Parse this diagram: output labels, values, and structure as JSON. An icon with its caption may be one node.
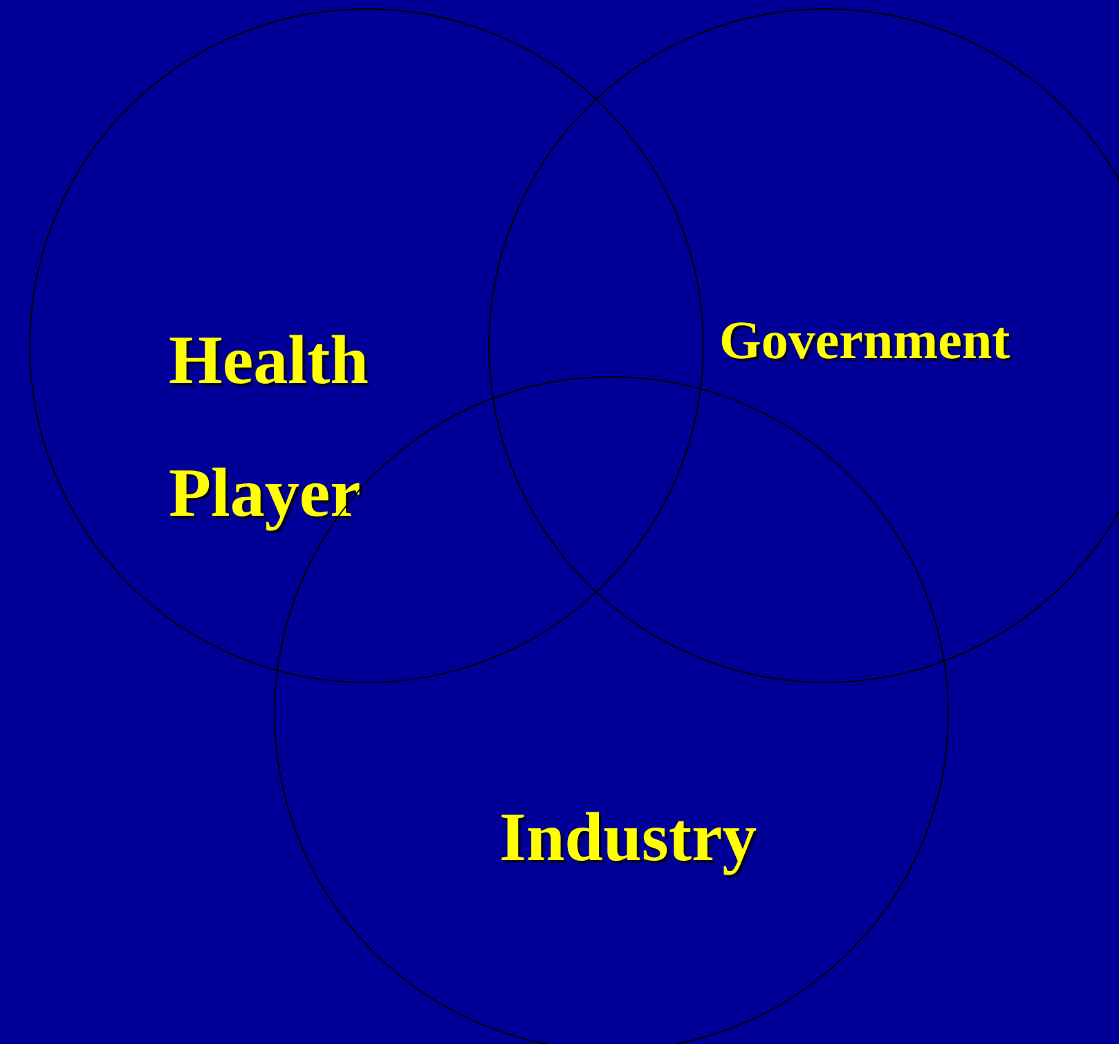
{
  "diagram": {
    "nodes": [
      {
        "text": [
          "Health Player"
        ]
      },
      {
        "text": [
          "Government"
        ]
      },
      {
        "text": [
          "Industry"
        ]
      }
    ]
  }
}
